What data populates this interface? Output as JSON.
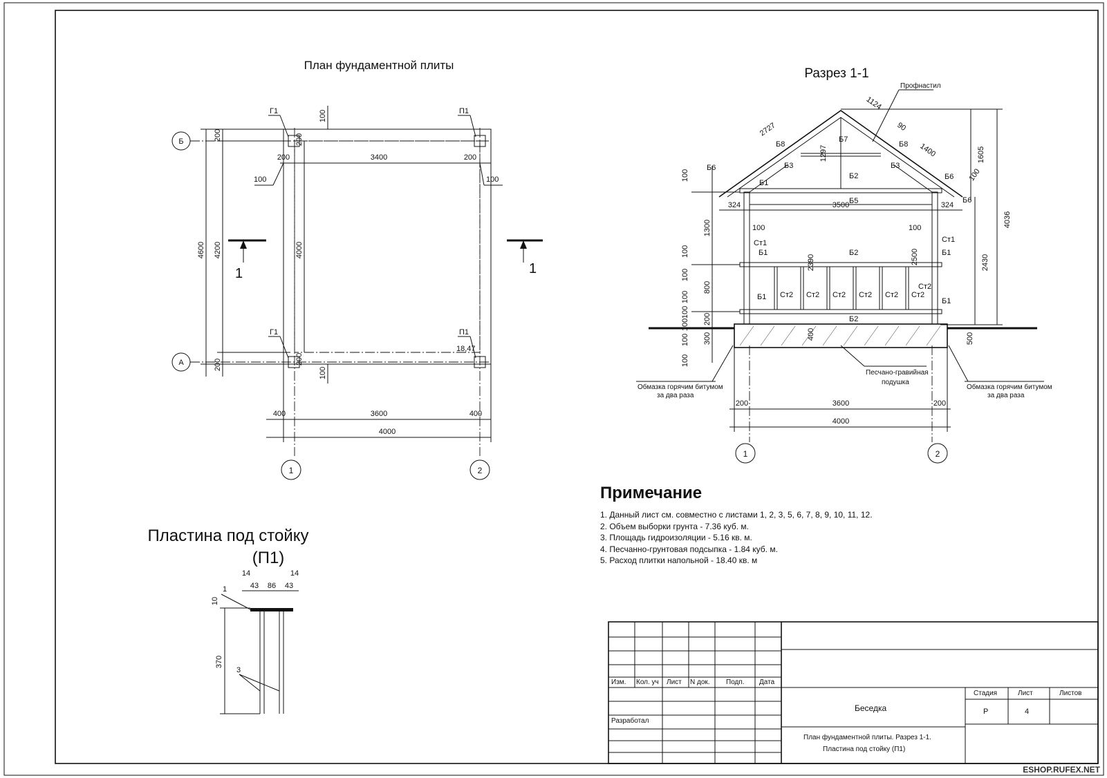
{
  "plan": {
    "title": "План фундаментной плиты",
    "axis_rows": [
      "Б",
      "А"
    ],
    "axis_cols": [
      "1",
      "2"
    ],
    "marks": {
      "g1_top": "Г1",
      "p1_top": "П1",
      "g1_bottom": "Г1",
      "p1_bottom": "П1",
      "p1_ref": "18,47"
    },
    "dims": {
      "d200a": "200",
      "d100top": "100",
      "d200b": "200",
      "d3400": "3400",
      "d200c": "200",
      "d200d": "200",
      "d100l": "100",
      "d100r": "100",
      "d4600": "4600",
      "d4200": "4200",
      "d4000v": "4000",
      "d200e": "200",
      "d200f": "200",
      "d100bot": "100",
      "d400l": "400",
      "d3600": "3600",
      "d400r": "400",
      "d4000h": "4000"
    },
    "section_mark": "1"
  },
  "section": {
    "title": "Разрез 1-1",
    "leader_roof": "Профнастил",
    "beams": {
      "b8l": "Б8",
      "b7": "Б7",
      "b8r": "Б8",
      "b3l": "Б3",
      "b3r": "Б3",
      "b6l": "Б6",
      "b6r": "Б6",
      "b6rr": "Б6",
      "b1top": "Б1",
      "b2top": "Б2",
      "b5": "Б5",
      "st1l": "Ст1",
      "b1l": "Б1",
      "b2mid": "Б2",
      "st1r": "Ст1",
      "b1r": "Б1",
      "b1low": "Б1",
      "b1lowr": "Б1",
      "b2bot": "Б2"
    },
    "st2": [
      "Ст2",
      "Ст2",
      "Ст2",
      "Ст2",
      "Ст2",
      "Ст2",
      "Ст2"
    ],
    "dims": {
      "d2727": "2727",
      "d1124": "1124",
      "d90": "90",
      "d1400": "1400",
      "d1605": "1605",
      "d1297": "1297",
      "d100a": "100",
      "d100r": "100",
      "d324l": "324",
      "d3500": "3500",
      "d324r": "324",
      "d1300": "1300",
      "d100b": "100",
      "d100c": "100",
      "d100d": "100",
      "d4036": "4036",
      "d2390": "2390",
      "d2500": "2500",
      "d2430": "2430",
      "d100e": "100",
      "d800": "800",
      "d100f": "100",
      "d200g": "200",
      "d300": "300",
      "d100g": "100",
      "d100h": "100",
      "d400": "400",
      "d500": "500",
      "d200h": "200",
      "d3600": "3600",
      "d200i": "200",
      "d4000": "4000"
    },
    "callouts": {
      "left_1": "Обмазка горячим битумом",
      "left_2": "за два раза",
      "mid_1": "Песчано-гравийная",
      "mid_2": "подушка",
      "right_1": "Обмазка горячим битумом",
      "right_2": "за два раза"
    },
    "axes": [
      "1",
      "2"
    ]
  },
  "plate": {
    "title_1": "Пластина под стойку",
    "title_2": "(П1)",
    "dims": {
      "d14l": "14",
      "d14r": "14",
      "d43l": "43",
      "d86": "86",
      "d43r": "43",
      "d10": "10",
      "d370": "370"
    },
    "marks": {
      "m1": "1",
      "m3": "3"
    }
  },
  "notes": {
    "title": "Примечание",
    "items": [
      "1. Данный лист см. совместно с листами 1, 2, 3, 5, 6, 7, 8, 9, 10, 11, 12.",
      "2. Объем выборки грунта - 7.36 куб. м.",
      "3. Площадь гидроизоляции - 5.16 кв. м.",
      "4. Песчанно-грунтовая подсыпка - 1.84 куб. м.",
      "5. Расход плитки напольной - 18.40 кв. м"
    ]
  },
  "titleblock": {
    "headers": [
      "Изм.",
      "Кол. уч",
      "Лист",
      "N док.",
      "Подп.",
      "Дата"
    ],
    "developed": "Разработал",
    "project": "Беседка",
    "sheet_title_1": "План фундаментной плиты. Разрез 1-1.",
    "sheet_title_2": "Пластина под стойку (П1)",
    "stage_label": "Стадия",
    "sheet_label": "Лист",
    "sheets_label": "Листов",
    "stage": "Р",
    "sheet": "4"
  },
  "watermark": "ESHOP.RUFEX.NET"
}
